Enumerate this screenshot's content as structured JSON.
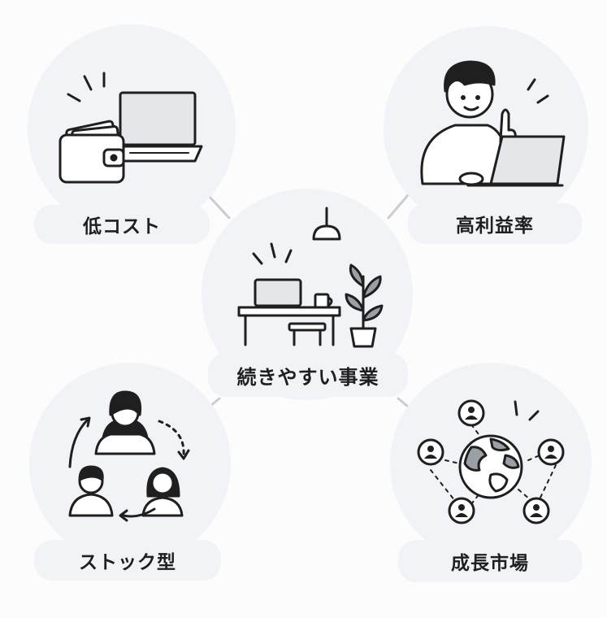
{
  "nodes": {
    "low_cost": "低コスト",
    "high_margin": "高利益率",
    "sustainable": "続きやすい事業",
    "stock_type": "ストック型",
    "growth_market": "成長市場"
  },
  "colors": {
    "circle_fill": "#f1f3f6",
    "line": "#c9cdd3",
    "ink": "#1f1f1f",
    "screen": "#e4e6ea"
  }
}
